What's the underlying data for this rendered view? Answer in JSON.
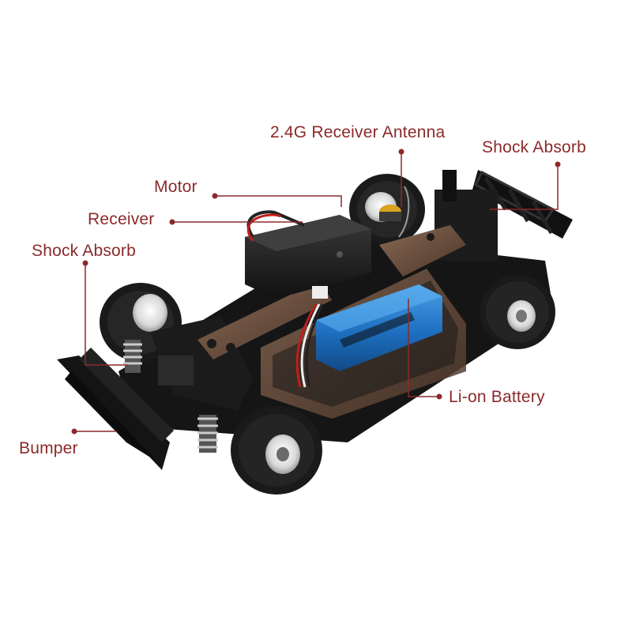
{
  "accent_color": "#8b2a2a",
  "labels": {
    "antenna": "2.4G Receiver Antenna",
    "shock_rear": "Shock Absorb",
    "motor": "Motor",
    "receiver": "Receiver",
    "shock_front": "Shock Absorb",
    "battery": "Li-on Battery",
    "bumper": "Bumper"
  }
}
